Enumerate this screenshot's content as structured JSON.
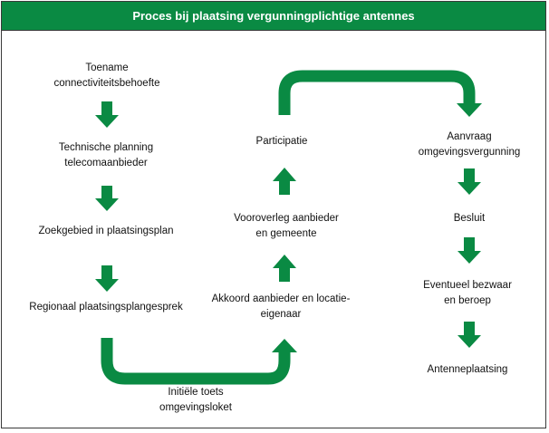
{
  "title": "Proces bij plaatsing vergunningplichtige antennes",
  "colors": {
    "header_bg": "#0a8a43",
    "arrow": "#0a8a43",
    "text": "#111111"
  },
  "steps": {
    "toename": [
      "Toename",
      "connectiviteitsbehoefte"
    ],
    "technische": [
      "Technische planning",
      "telecomaanbieder"
    ],
    "zoekgebied": [
      "Zoekgebied in plaatsingsplan"
    ],
    "regionaal": [
      "Regionaal plaatsingsplangesprek"
    ],
    "initiele": [
      "Initiële toets",
      "omgevingsloket"
    ],
    "akkoord": [
      "Akkoord aanbieder en locatie-",
      "eigenaar"
    ],
    "vooroverleg": [
      "Vooroverleg aanbieder",
      "en gemeente"
    ],
    "participatie": [
      "Participatie"
    ],
    "aanvraag": [
      "Aanvraag",
      "omgevingsvergunning"
    ],
    "besluit": [
      "Besluit"
    ],
    "bezwaar": [
      "Eventueel bezwaar",
      "en beroep"
    ],
    "antenneplaatsing": [
      "Antenneplaatsing"
    ]
  }
}
